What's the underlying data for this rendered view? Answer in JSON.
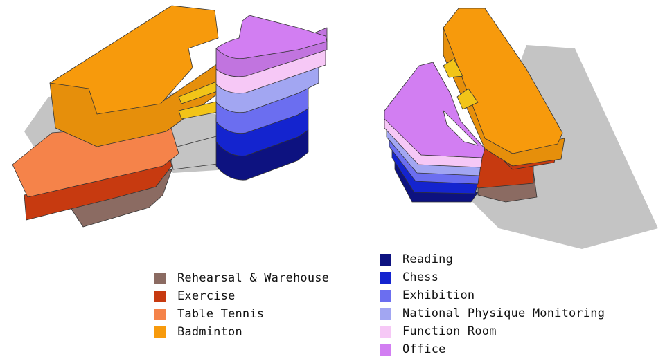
{
  "colors": {
    "rehearsal": "#8b6b62",
    "exercise": "#c73a10",
    "table_tennis": "#f5834a",
    "badminton": "#f79a0c",
    "reading": "#0d1280",
    "chess": "#1424cf",
    "exhibition": "#6b6ef0",
    "physique": "#a2a6f2",
    "function_room": "#f6c8f6",
    "office": "#d27ef2",
    "shadow": "#c4c4c4",
    "bridge": "#f2c418"
  },
  "legend_left": [
    {
      "label": "Rehearsal & Warehouse",
      "color": "#8b6b62"
    },
    {
      "label": "Exercise",
      "color": "#c73a10"
    },
    {
      "label": "Table Tennis",
      "color": "#f5834a"
    },
    {
      "label": "Badminton",
      "color": "#f79a0c"
    }
  ],
  "legend_right": [
    {
      "label": "Reading",
      "color": "#0d1280"
    },
    {
      "label": "Chess",
      "color": "#1424cf"
    },
    {
      "label": "Exhibition",
      "color": "#6b6ef0"
    },
    {
      "label": "National Physique Monitoring",
      "color": "#a2a6f2"
    },
    {
      "label": "Function Room",
      "color": "#f6c8f6"
    },
    {
      "label": "Office",
      "color": "#d27ef2"
    }
  ]
}
